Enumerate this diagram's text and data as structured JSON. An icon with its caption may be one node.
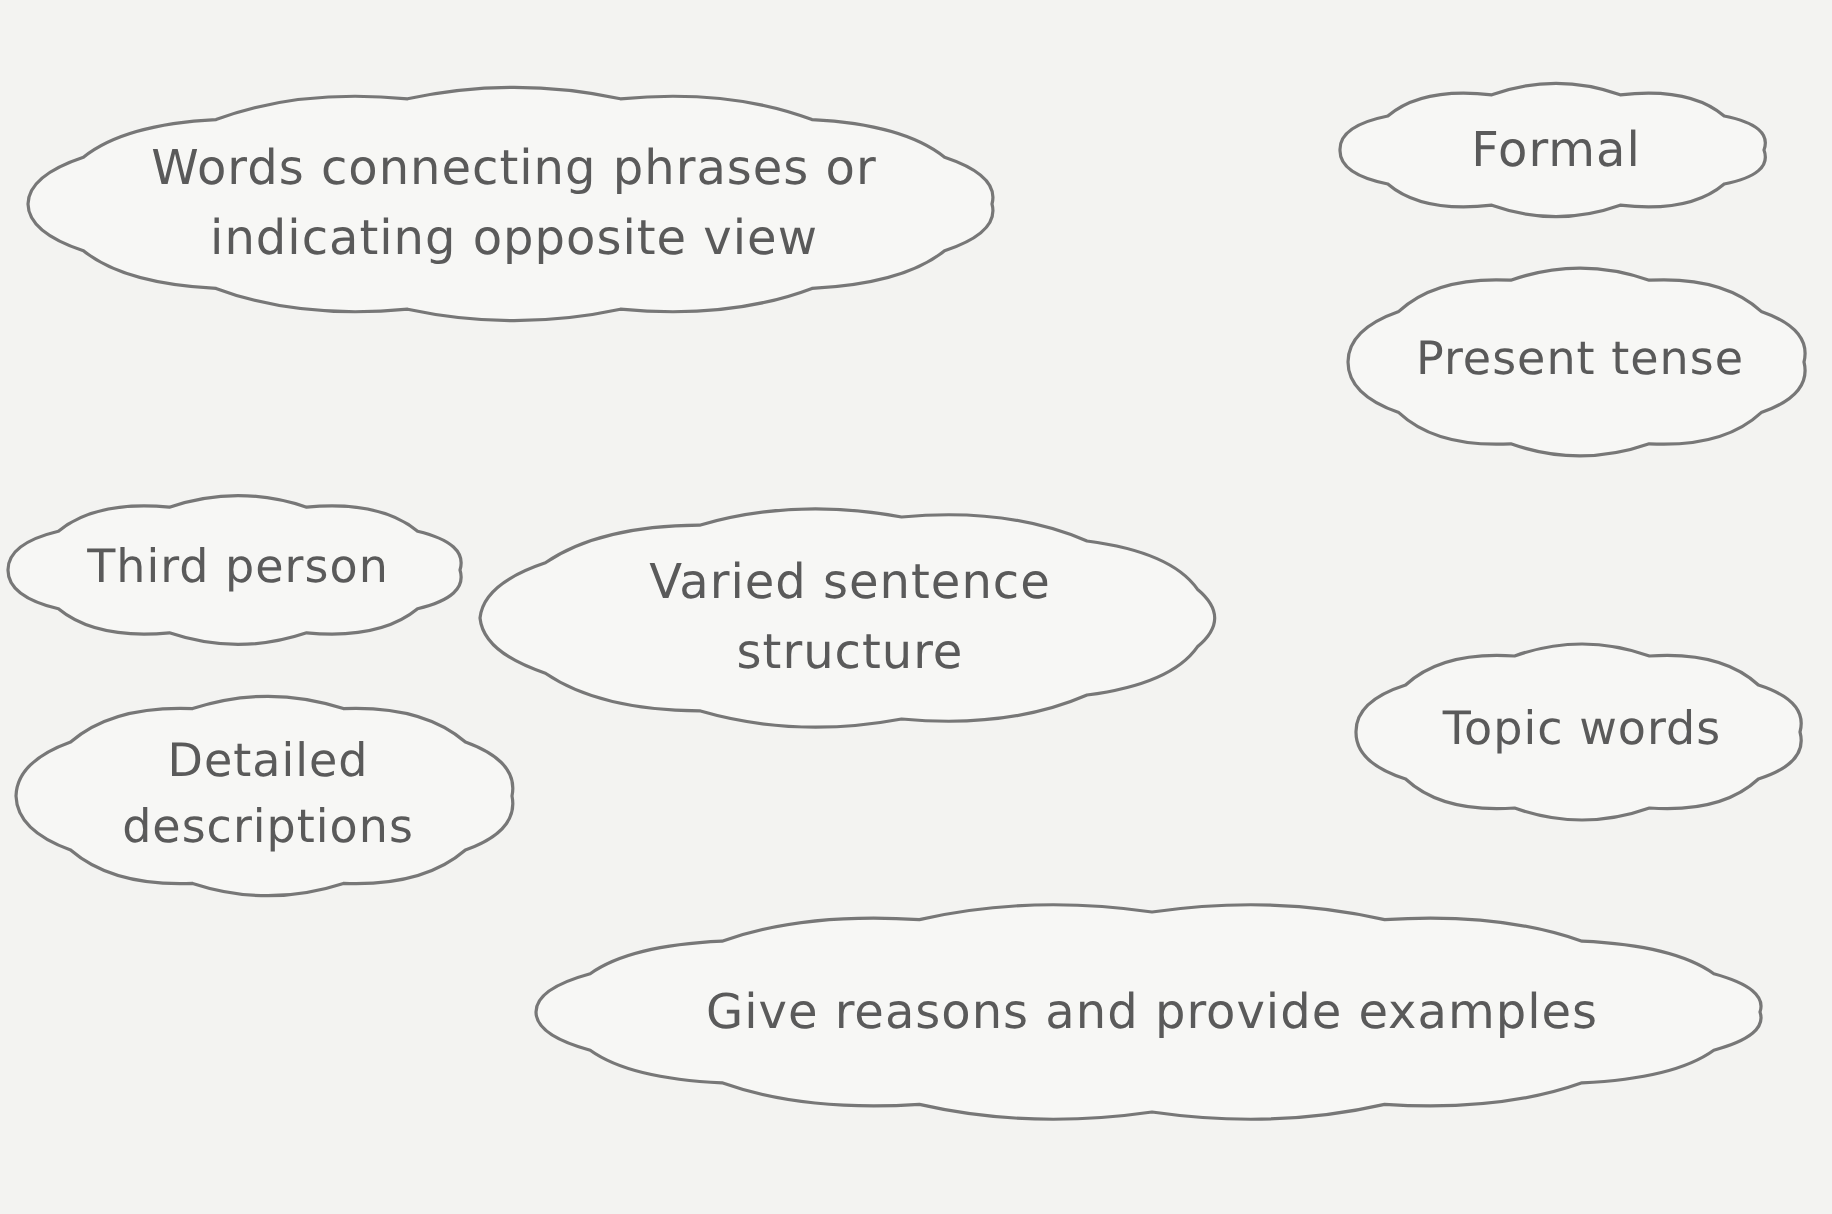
{
  "diagram": {
    "nodes": [
      {
        "text": [
          "Words connecting phrases or indicating opposite view"
        ]
      },
      {
        "text": [
          "Formal"
        ]
      },
      {
        "text": [
          "Present tense"
        ]
      },
      {
        "text": [
          "Third person"
        ]
      },
      {
        "text": [
          "Varied sentence structure"
        ]
      },
      {
        "text": [
          "Topic words"
        ]
      },
      {
        "text": [
          "Detailed descriptions"
        ]
      },
      {
        "text": [
          "Give reasons and provide examples"
        ]
      }
    ]
  }
}
